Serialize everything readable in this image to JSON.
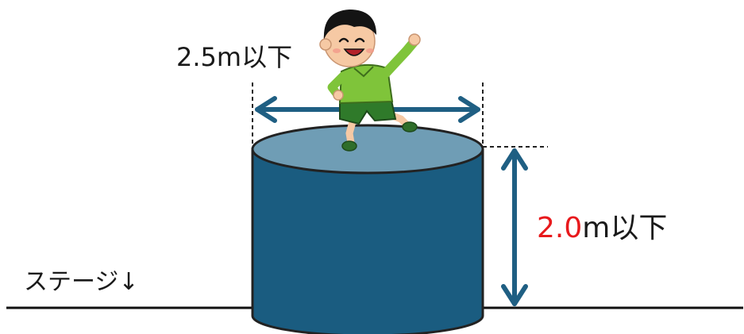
{
  "labels": {
    "width_value": "2.5m以下",
    "height_number": "2.0",
    "height_unit": "m以下",
    "stage": "ステージ↓"
  },
  "colors": {
    "cylinder_body": "#1a5c80",
    "cylinder_top": "#6f9db5",
    "cylinder_outline": "#222222",
    "arrow": "#1f5f83",
    "highlight": "#e8191c",
    "text": "#1a1a1a",
    "ground_line": "#111111",
    "dash_line": "#222222"
  },
  "icons": {
    "person": "jumping-boy-icon"
  }
}
